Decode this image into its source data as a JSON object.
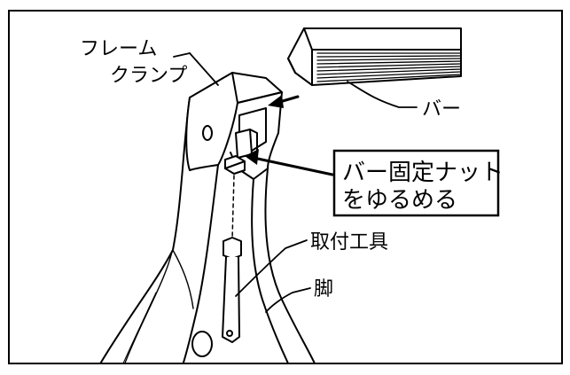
{
  "labels": {
    "frame_clamp_line1": "フレーム",
    "frame_clamp_line2": "クランプ",
    "bar": "バー",
    "callout_line1": "バー固定ナット",
    "callout_line2": "をゆるめる",
    "tool": "取付工具",
    "leg": "脚"
  }
}
